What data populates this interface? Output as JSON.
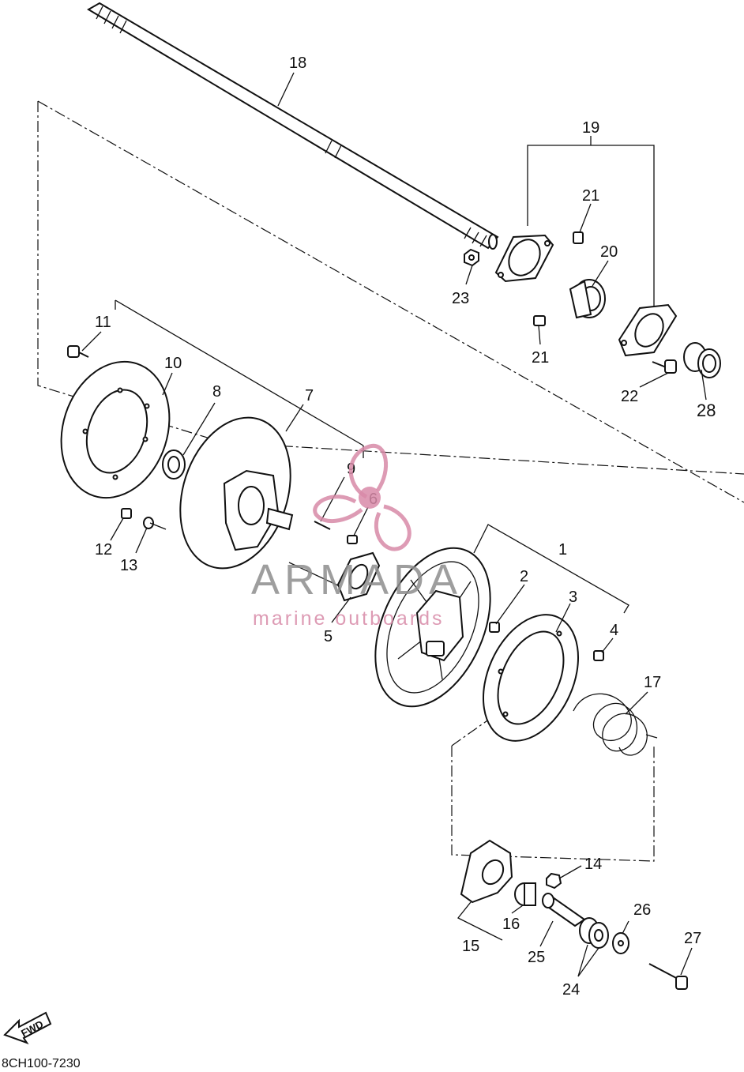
{
  "diagram": {
    "labels": {
      "p1": "1",
      "p2": "2",
      "p3": "3",
      "p4": "4",
      "p5": "5",
      "p6": "6",
      "p7": "7",
      "p8": "8",
      "p9": "9",
      "p10": "10",
      "p11": "11",
      "p12": "12",
      "p13": "13",
      "p14": "14",
      "p15": "15",
      "p16": "16",
      "p17": "17",
      "p18": "18",
      "p19": "19",
      "p20": "20",
      "p21a": "21",
      "p21b": "21",
      "p22": "22",
      "p23": "23",
      "p24": "24",
      "p25": "25",
      "p26": "26",
      "p27": "27",
      "p28": "28"
    },
    "fwd_label": "FWD",
    "drawing_code": "8CH100-7230"
  },
  "watermark": {
    "name": "ARMADA",
    "tagline": "marine outboards",
    "accent_color": "#d88aa8",
    "text_color": "#8e8e8e"
  }
}
